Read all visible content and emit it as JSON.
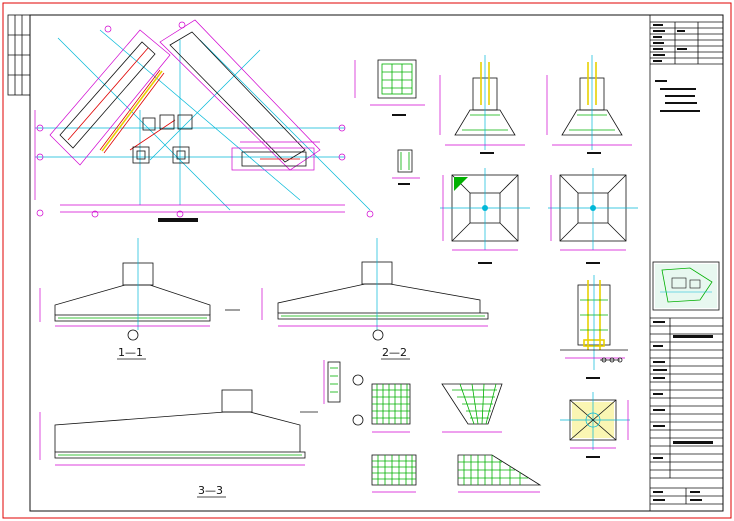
{
  "sections": [
    {
      "label": "1—1"
    },
    {
      "label": "2—2"
    },
    {
      "label": "3—3"
    }
  ],
  "colors": {
    "border": "#e00000",
    "dimension": "#d000d0",
    "axis": "#00b8d8",
    "rebar": "#00b000",
    "outline": "#111111",
    "bolt": "#e8d000"
  }
}
